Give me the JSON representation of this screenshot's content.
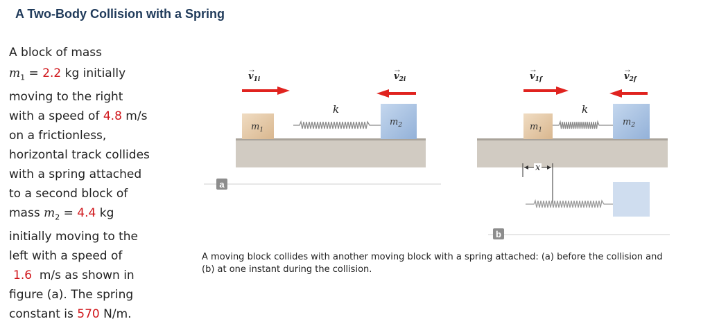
{
  "title": "A Two-Body Collision with a Spring",
  "problem": {
    "l1": "A block of mass",
    "m1_sym": "m",
    "m1_sub": "1",
    "m1_eq": " = ",
    "m1_val": "2.2",
    "m1_rest": " kg initially",
    "l3": "moving to the right",
    "l4_a": "with a speed of ",
    "v1_val": "4.8",
    "l4_b": " m/s",
    "l5": "on a frictionless,",
    "l6": "horizontal track collides",
    "l7": "with a spring attached",
    "l8": "to a second block of",
    "l9_a": "mass ",
    "m2_sym": "m",
    "m2_sub": "2",
    "m2_eq": " = ",
    "m2_val": "4.4",
    "m2_rest": " kg",
    "l10": "initially moving to the",
    "l11": "left with a speed of",
    "v2_val": "1.6",
    "l12_b": "  m/s as shown in",
    "l13": "figure (a). The spring",
    "l14_a": "constant is ",
    "k_val": "570",
    "l14_b": " N/m."
  },
  "figure": {
    "v1i_label": "v",
    "v1i_sub": "1i",
    "v2i_label": "v",
    "v2i_sub": "2i",
    "v1f_label": "v",
    "v1f_sub": "1f",
    "v2f_label": "v",
    "v2f_sub": "2f",
    "k_label": "k",
    "m1_label": "m",
    "m1_sub": "1",
    "m2_label": "m",
    "m2_sub": "2",
    "x_label": "x",
    "badge_a": "a",
    "badge_b": "b",
    "colors": {
      "arrow": "#e0231f",
      "block1": "#e6c9a6",
      "block2": "#a9c3e2",
      "ground": "#d1cbc2",
      "ghost": "#cfddef"
    }
  },
  "caption": "A moving block collides with another moving block with a spring attached: (a) before the collision and (b) at one instant during the collision."
}
